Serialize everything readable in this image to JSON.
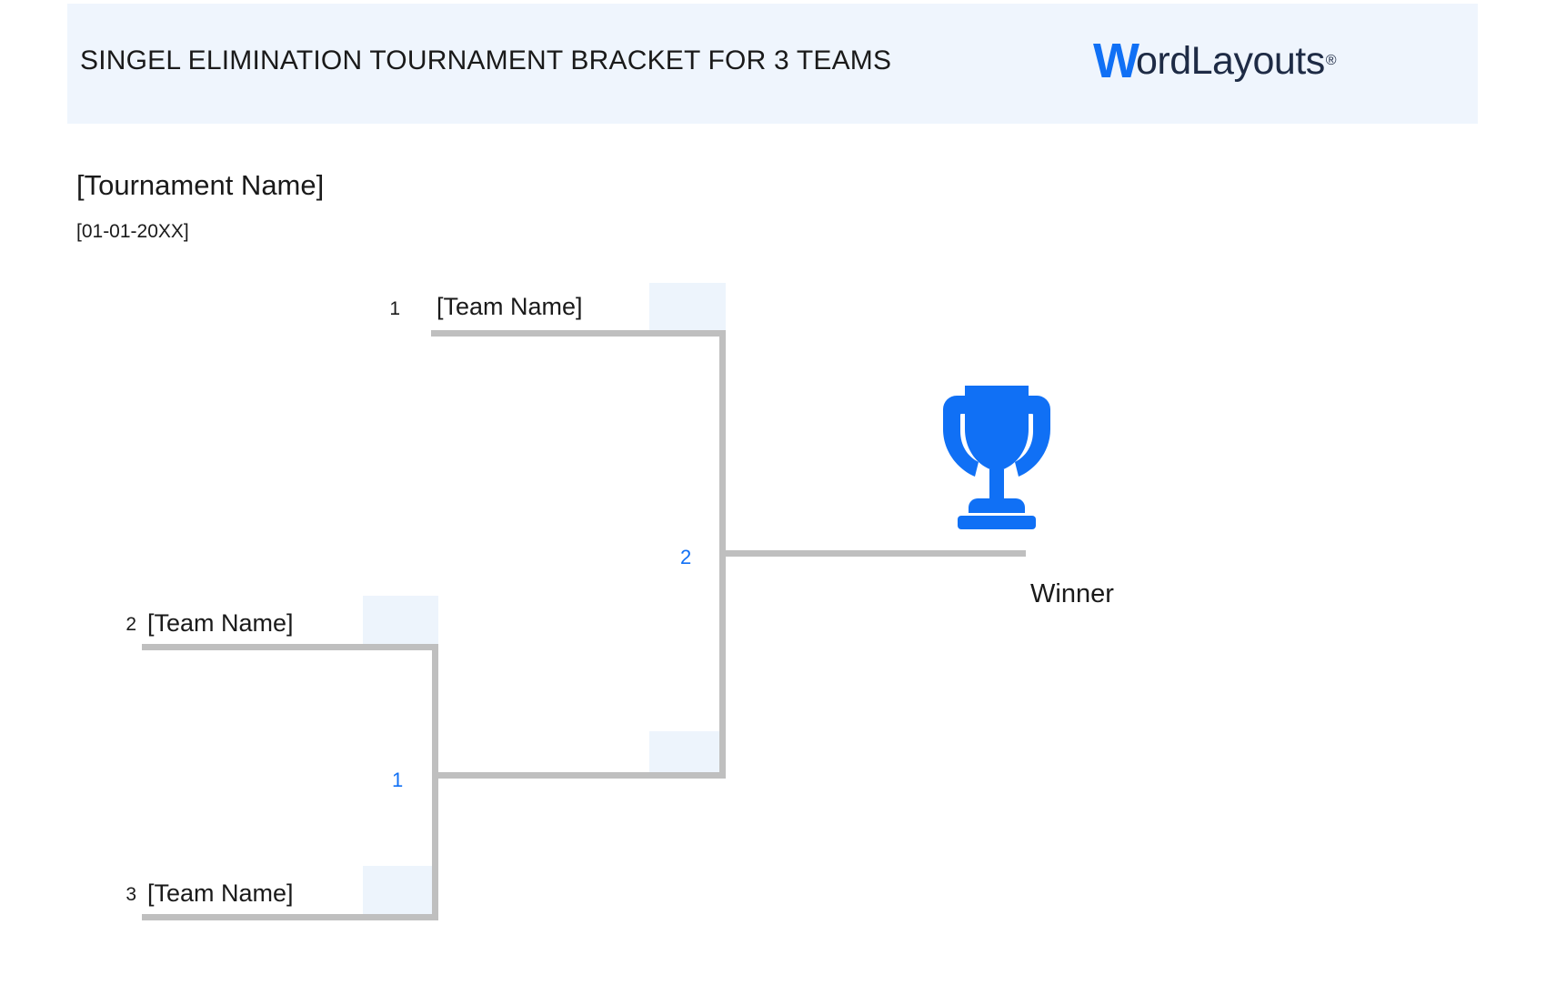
{
  "header": {
    "title": "SINGEL ELIMINATION TOURNAMENT BRACKET FOR 3 TEAMS",
    "logo": {
      "mark": "W",
      "word": "ordLayouts",
      "registered": "®"
    },
    "band_color": "#eff5fd"
  },
  "meta": {
    "tournament_name": "[Tournament Name]",
    "date": "[01-01-20XX]"
  },
  "colors": {
    "accent": "#1070f5",
    "line": "#bfbfbf",
    "highlight": "#edf4fc",
    "logo_dark": "#1e2b45",
    "text": "#1a1a1a"
  },
  "bracket": {
    "slots": [
      {
        "seed": "1",
        "team": "[Team Name]"
      },
      {
        "seed": "2",
        "team": "[Team Name]"
      },
      {
        "seed": "3",
        "team": "[Team Name]"
      }
    ],
    "matches": [
      {
        "number": "1"
      },
      {
        "number": "2"
      }
    ],
    "winner_label": "Winner",
    "trophy_icon": "trophy-icon"
  }
}
